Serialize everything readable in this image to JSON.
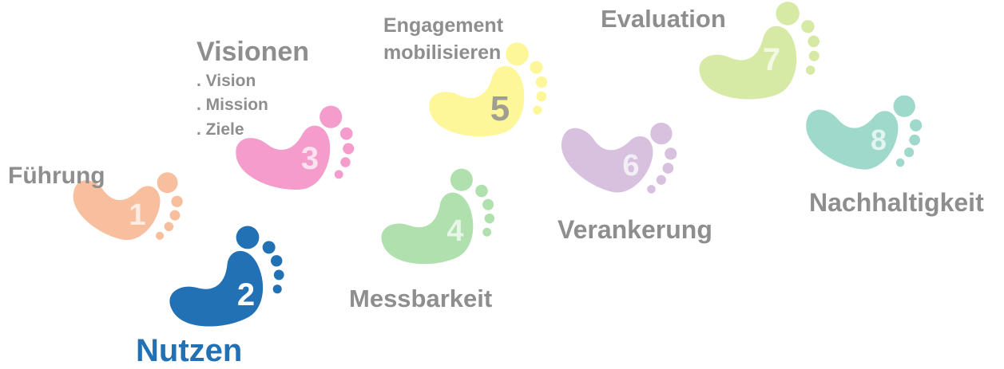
{
  "steps": [
    {
      "number": "1",
      "label": "Führung",
      "color": "#f7bf9e",
      "number_color": "#ffffff"
    },
    {
      "number": "2",
      "label": "Nutzen",
      "color": "#2271b5",
      "number_color": "#ffffff",
      "label_color": "#2271b5"
    },
    {
      "number": "3",
      "label": "Visionen",
      "color": "#f49ccb",
      "number_color": "#ffffff",
      "sub_items": [
        ". Vision",
        ". Mission",
        ". Ziele"
      ]
    },
    {
      "number": "4",
      "label": "Messbarkeit",
      "color": "#afe0ad",
      "number_color": "#ffffff"
    },
    {
      "number": "5",
      "label": "Engagement",
      "label_line2": "mobilisieren",
      "color": "#fdf799",
      "number_color": "#8e8e8e"
    },
    {
      "number": "6",
      "label": "Verankerung",
      "color": "#d8c1df",
      "number_color": "#ffffff"
    },
    {
      "number": "7",
      "label": "Evaluation",
      "color": "#d6eaa6",
      "number_color": "#ffffff"
    },
    {
      "number": "8",
      "label": "Nachhaltigkeit",
      "color": "#9ed9cb",
      "number_color": "#ffffff"
    }
  ],
  "text_color": "#8e8e8e"
}
